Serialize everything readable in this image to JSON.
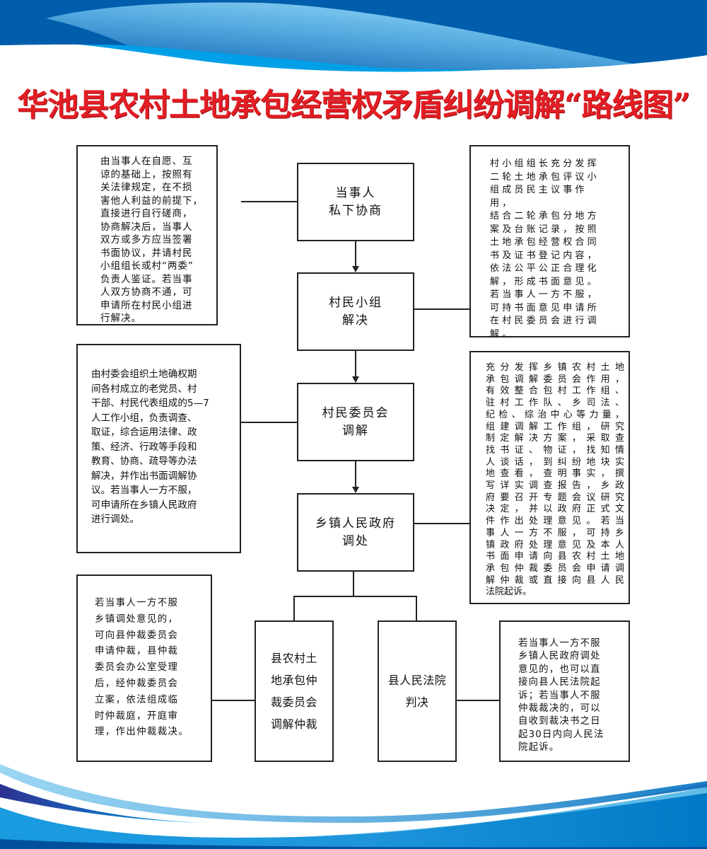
{
  "title": "华池县农村土地承包经营权矛盾纠纷调解“路线图”",
  "colors": {
    "title": "#e31e24",
    "banner_dark": "#005eac",
    "banner_light": "#86d0f4",
    "banner_mid": "#00a0e8",
    "border": "#222222"
  },
  "steps": {
    "step1": "当事人\n私下协商",
    "step2": "村民小组\n解决",
    "step3": "村民委员会\n调解",
    "step4": "乡镇人民政府\n调处",
    "arbitration": "县农村土\n地承包仲\n裁委员会\n调解仲裁",
    "court": "县人民法院\n判决"
  },
  "notes": {
    "step1_note": [
      "由当事人在自愿、互",
      "谅的基础上，按照有",
      "关法律规定，在不损",
      "害他人利益的前提下，",
      "直接进行自行磋商，",
      "协商解决后，当事人",
      "双方或多方应当签署",
      "书面协议，并请村民",
      "小组组长或村“两委”",
      "负责人鉴证。若当事",
      "人双方协商不通，可",
      "申请所在村民小组进",
      "行解决。"
    ],
    "step2_note": [
      "村小组组长充分发挥",
      "二轮土地承包评议小",
      "组成员民主议事作用，",
      "结合二轮承包分地方",
      "案及台账记录，按照",
      "土地承包经营权合同",
      "书及证书登记内容，",
      "依法公平公正合理化",
      "解，形成书面意见。",
      "若当事人一方不服，",
      "可持书面意见申请所",
      "在村民委员会进行调",
      "解。"
    ],
    "step3_note": [
      "由村委会组织土地确权期",
      "间各村成立的老党员、村",
      "干部、村民代表组成的5—7",
      "人工作小组，负责调查、",
      "取证，综合运用法律、政",
      "策、经济、行政等手段和",
      "教育、协商、疏导等办法",
      "解决，并作出书面调解协",
      "议。若当事人一方不服，",
      "可申请所在乡镇人民政府",
      "进行调处。"
    ],
    "step4_note": [
      "充分发挥乡镇农村土地",
      "承包调解委员会作用，",
      "有效整合包村工作组、",
      "驻村工作队、乡司法、",
      "纪检、综治中心等力量，",
      "组建调解工作组，研究",
      "制定解决方案，采取查",
      "找书证、物证，找知情",
      "人谈话，到纠纷地块实",
      "地查看，查明事实，撰",
      "写详实调查报告，乡政",
      "府要召开专题会议研究",
      "决定，并以政府正式文",
      "件作出处理意见。若当",
      "事人一方不服，可持乡",
      "镇政府处理意见及本人",
      "书面申请向县农村土地",
      "承包仲裁委员会申请调",
      "解仲裁或直接向县人民",
      "法院起诉。"
    ],
    "arbitration_note": [
      "若当事人一方不服",
      "乡镇调处意见的，",
      "可向县仲裁委员会",
      "申请仲裁，县仲裁",
      "委员会办公室受理",
      "后，经仲裁委员会",
      "立案，依法组成临",
      "时仲裁庭，开庭审",
      "理，作出仲裁裁决。"
    ],
    "court_note": [
      "若当事人一方不服",
      "乡镇人民政府调处",
      "意见的，也可以直",
      "接向县人民法院起",
      "诉；若当事人不服",
      "仲裁裁决的，可以",
      "自收到裁决书之日",
      "起30日内向人民法",
      "院起诉。"
    ]
  }
}
